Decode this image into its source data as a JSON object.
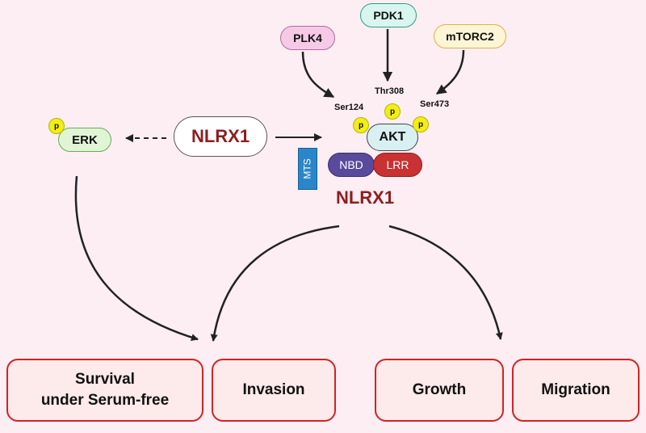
{
  "kinases": {
    "plk4": "PLK4",
    "pdk1": "PDK1",
    "mtorc2": "mTORC2"
  },
  "sites": {
    "ser124": "Ser124",
    "thr308": "Thr308",
    "ser473": "Ser473"
  },
  "phospho_label": "p",
  "erk": "ERK",
  "akt": "AKT",
  "nlrx1": "NLRX1",
  "domains": {
    "mts": "MTS",
    "nbd": "NBD",
    "lrr": "LRR"
  },
  "outcomes": {
    "survival_line1": "Survival",
    "survival_line2": "under Serum-free",
    "invasion": "Invasion",
    "growth": "Growth",
    "migration": "Migration"
  },
  "colors": {
    "nlrx1_text": "#8e1e1e",
    "outcome_border": "#d02424",
    "phospho": "#f2ee16",
    "mts": "#2a86c8",
    "nbd": "#5a4a9c",
    "lrr": "#c83232"
  }
}
